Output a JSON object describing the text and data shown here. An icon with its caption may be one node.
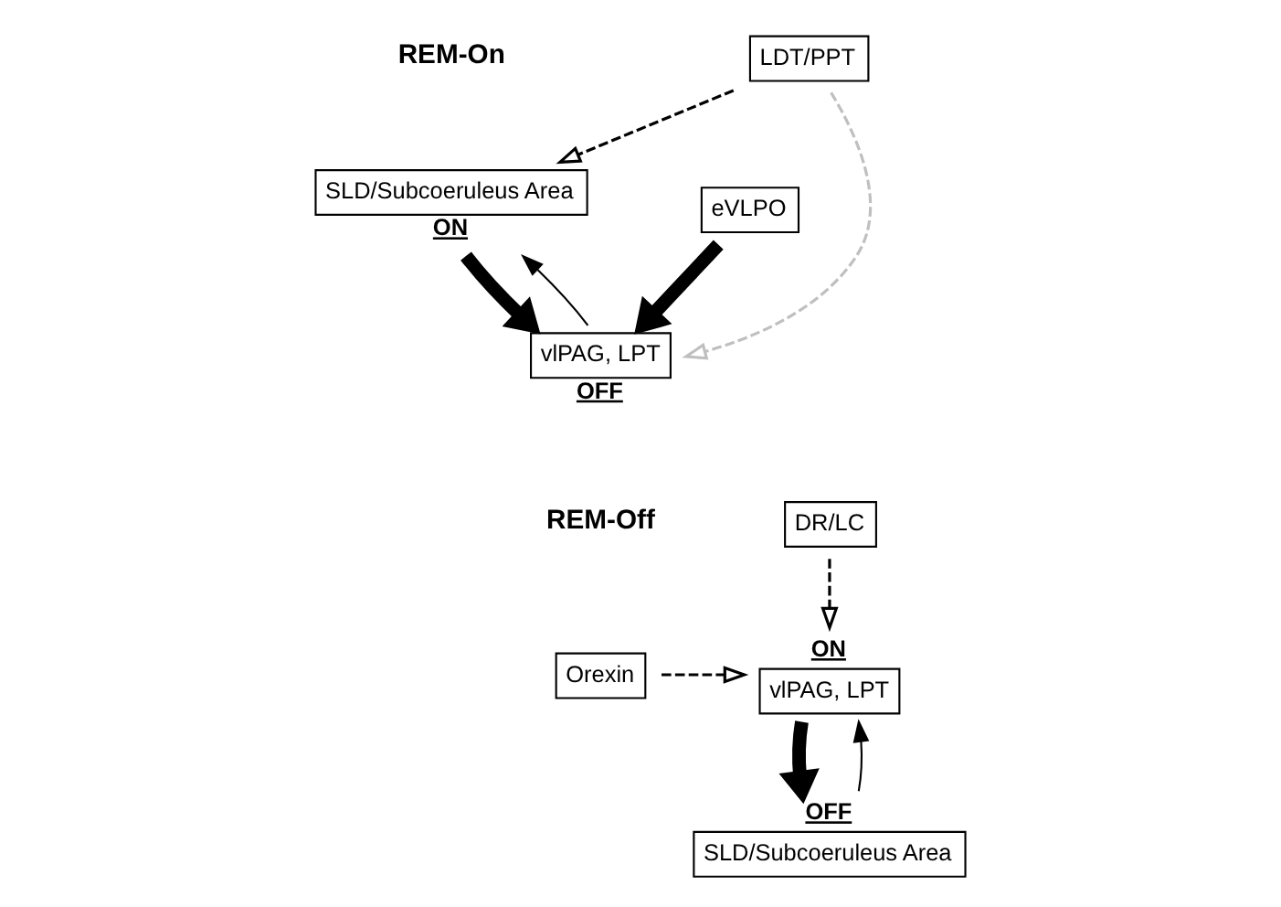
{
  "diagram": {
    "nodes": [
      {
        "text": [
          "SLD/Subcoeruleus Area"
        ],
        "beside": [
          "ON"
        ]
      },
      {
        "text": [
          "eVLPO"
        ]
      },
      {
        "text": [
          "LDT/PPT"
        ]
      },
      {
        "text": [
          "vlPAG, LPT"
        ],
        "beside": [
          "OFF"
        ]
      },
      {
        "text": [
          "Orexin"
        ]
      },
      {
        "text": [
          "vlPAG, LPT"
        ],
        "beside": [
          "ON"
        ]
      },
      {
        "text": [
          "DR/LC"
        ]
      },
      {
        "text": [
          "SLD/Subcoeruleus Area"
        ],
        "beside": [
          "OFF"
        ]
      }
    ],
    "edges": [
      {
        "from": 0,
        "to": 3,
        "arrow": "to",
        "style": "thick"
      },
      {
        "from": 3,
        "to": 0,
        "arrow": "to"
      },
      {
        "from": 1,
        "to": 3,
        "arrow": "to",
        "style": "thick"
      },
      {
        "from": 2,
        "to": 0,
        "arrow": "to",
        "style": "dashed"
      },
      {
        "from": 2,
        "to": 3,
        "arrow": "to",
        "style": "dashed",
        "color": "#bfbfbf"
      },
      {
        "from": 4,
        "to": 5,
        "arrow": "to",
        "style": "dashed"
      },
      {
        "from": 6,
        "to": 5,
        "arrow": "to",
        "style": "dashed"
      },
      {
        "from": 5,
        "to": 7,
        "arrow": "to",
        "style": "thick"
      },
      {
        "from": 7,
        "to": 5,
        "arrow": "to"
      }
    ],
    "labels": [
      "REM-On",
      "REM-Off"
    ]
  }
}
